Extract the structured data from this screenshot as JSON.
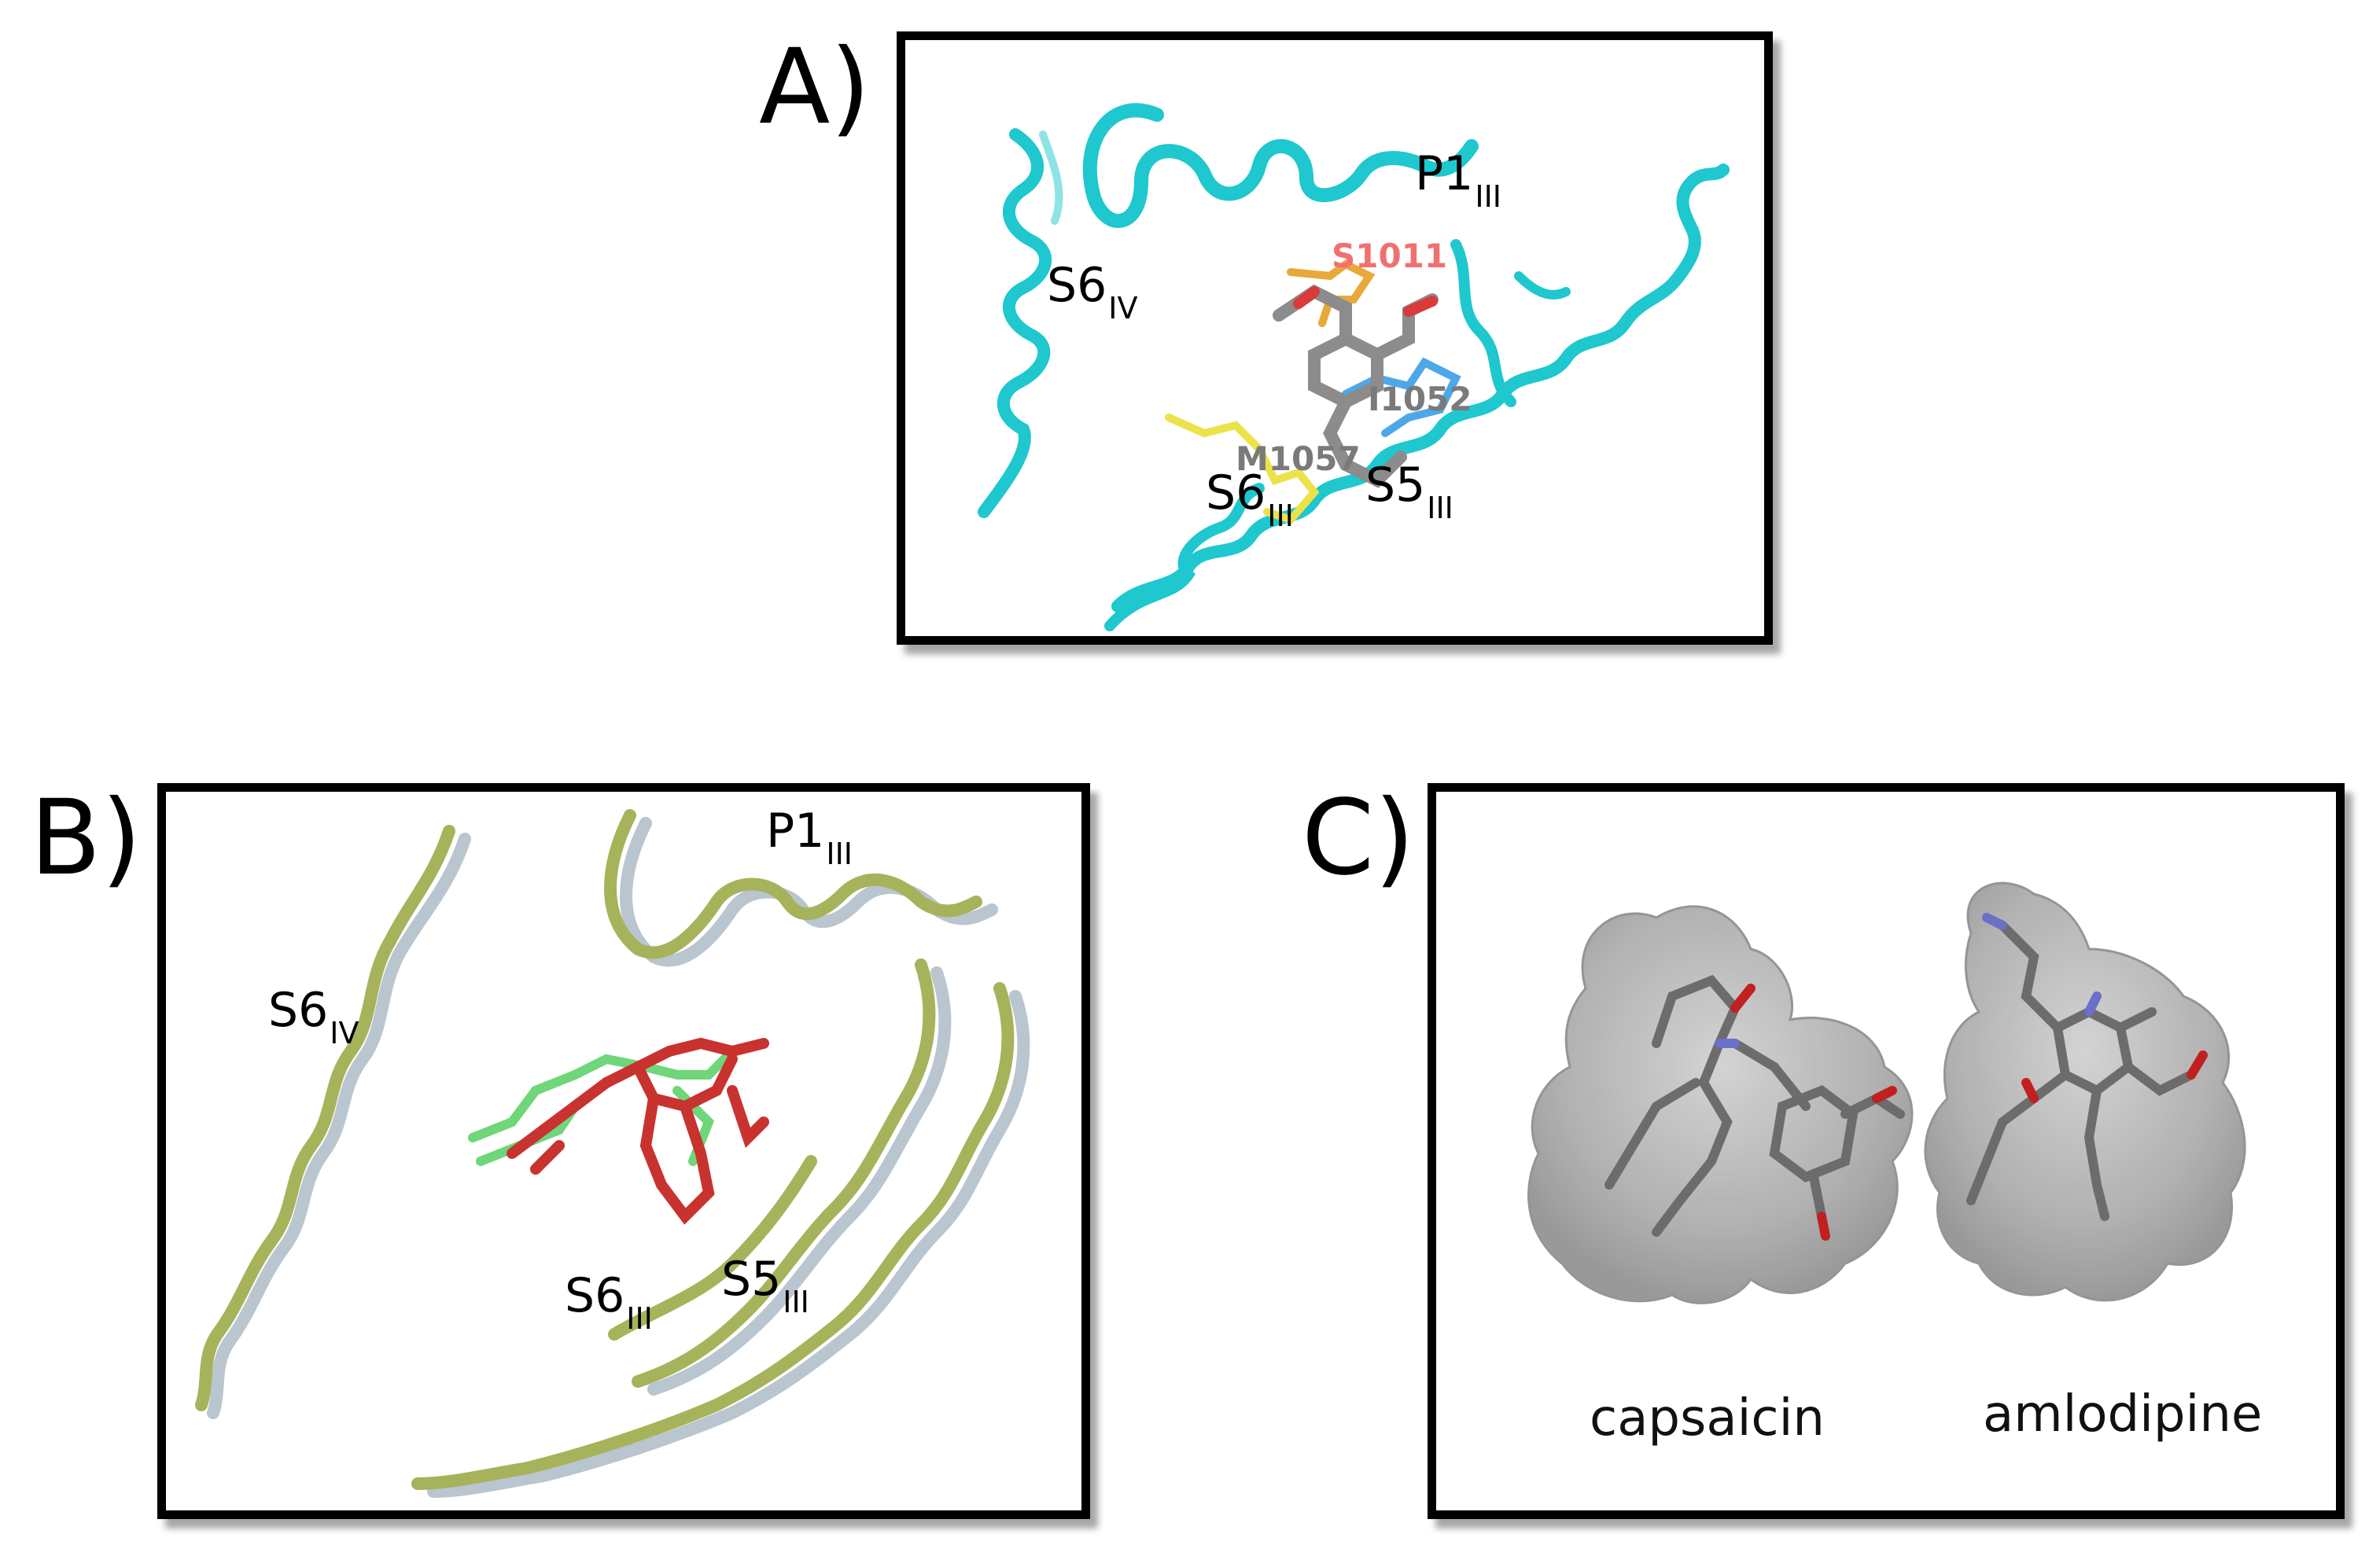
{
  "panels": {
    "a": {
      "letter": "A)",
      "helix_labels": [
        {
          "name": "S6",
          "sub": "IV"
        },
        {
          "name": "P1",
          "sub": "III"
        },
        {
          "name": "S6",
          "sub": "III"
        },
        {
          "name": "S5",
          "sub": "III"
        }
      ],
      "residues": {
        "s1011": "S1011",
        "l1052": "I1052",
        "m1057": "M1057"
      },
      "colors": {
        "helix": "#1fc7cf",
        "ligand": "#8c8c8c",
        "s1011": "#f07070",
        "residue_orange": "#e8a93a",
        "residue_yellow": "#ece24a",
        "residue_blue": "#4ea7e8",
        "residue_label": "#7a7a7a"
      }
    },
    "b": {
      "letter": "B)",
      "helix_labels": [
        {
          "name": "P1",
          "sub": "III"
        },
        {
          "name": "S6",
          "sub": "IV"
        },
        {
          "name": "S6",
          "sub": "III"
        },
        {
          "name": "S5",
          "sub": "III"
        }
      ],
      "colors": {
        "ribbon_green": "#a6b35a",
        "ribbon_grey": "#b9c5cf",
        "ligand_red": "#c8332f",
        "ligand_green": "#6fd67a"
      }
    },
    "c": {
      "letter": "C)",
      "molecules": [
        {
          "name": "capsaicin"
        },
        {
          "name": "amlodipine"
        }
      ],
      "colors": {
        "surface": "#9a9a9a",
        "stick": "#6c6c6c",
        "oxygen": "#c02020",
        "nitrogen": "#6a70c8"
      }
    }
  }
}
